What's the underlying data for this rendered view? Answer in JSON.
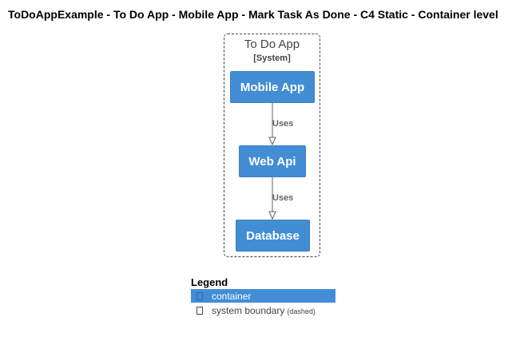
{
  "title": "ToDoAppExample - To Do App - Mobile App - Mark Task As Done - C4 Static - Container level",
  "boundary": {
    "name": "To Do App",
    "type": "[System]"
  },
  "containers": [
    {
      "id": "mobile-app",
      "label": "Mobile App"
    },
    {
      "id": "web-api",
      "label": "Web Api"
    },
    {
      "id": "database",
      "label": "Database"
    }
  ],
  "relationships": [
    {
      "from": "mobile-app",
      "to": "web-api",
      "label": "Uses"
    },
    {
      "from": "web-api",
      "to": "database",
      "label": "Uses"
    }
  ],
  "legend": {
    "title": "Legend",
    "items": [
      {
        "label": "container",
        "note": "",
        "color": "#438dd5"
      },
      {
        "label": "system boundary",
        "note": "(dashed)",
        "color": "#ffffff"
      }
    ]
  },
  "colors": {
    "container_fill": "#438dd5",
    "boundary_stroke": "#444444",
    "relationship_stroke": "#666666"
  }
}
